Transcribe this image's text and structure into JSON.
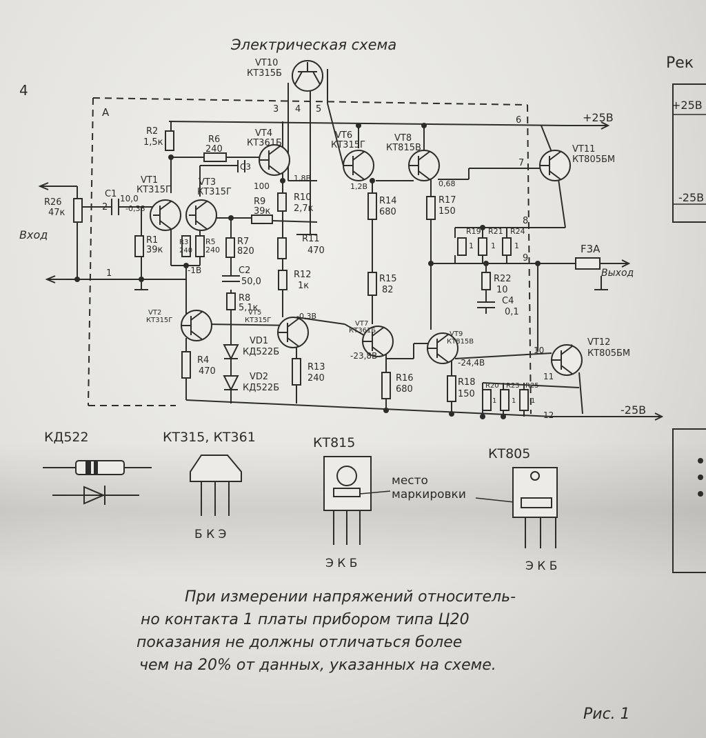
{
  "title": "Электрическая схема",
  "page_number": "4",
  "figure_label": "Рис. 1",
  "side_label": "Рек",
  "board_label": "A",
  "input_label": "Вход",
  "output_label": "Выход",
  "fuse_label": "F3A",
  "supply_pos": "+25В",
  "supply_neg": "-25В",
  "side_supply_pos": "+25В",
  "side_supply_neg": "-25В",
  "transistors": [
    {
      "ref": "VT1",
      "type": "КТ315Г"
    },
    {
      "ref": "VT2",
      "type": "КТ315Г"
    },
    {
      "ref": "VT3",
      "type": "КТ315Г"
    },
    {
      "ref": "VT4",
      "type": "КТ361Б"
    },
    {
      "ref": "VT5",
      "type": "КТ315Г"
    },
    {
      "ref": "VT6",
      "type": "КТ315Г"
    },
    {
      "ref": "VT7",
      "type": "КТ361Б"
    },
    {
      "ref": "VT8",
      "type": "КТ815В"
    },
    {
      "ref": "VT9",
      "type": "КТ815В"
    },
    {
      "ref": "VT10",
      "type": "КТ315Б"
    },
    {
      "ref": "VT11",
      "type": "КТ805БМ"
    },
    {
      "ref": "VT12",
      "type": "КТ805БМ"
    }
  ],
  "resistors": [
    {
      "ref": "R1",
      "value": "39к"
    },
    {
      "ref": "R2",
      "value": "1,5к"
    },
    {
      "ref": "R3",
      "value": "240"
    },
    {
      "ref": "R4",
      "value": "470"
    },
    {
      "ref": "R5",
      "value": "240"
    },
    {
      "ref": "R6",
      "value": "240"
    },
    {
      "ref": "R7",
      "value": "820"
    },
    {
      "ref": "R8",
      "value": "5,1к"
    },
    {
      "ref": "R9",
      "value": "39к"
    },
    {
      "ref": "R10",
      "value": "2,7к"
    },
    {
      "ref": "R11",
      "value": "470"
    },
    {
      "ref": "R12",
      "value": "1к"
    },
    {
      "ref": "R13",
      "value": "240"
    },
    {
      "ref": "R14",
      "value": "680"
    },
    {
      "ref": "R15",
      "value": "82"
    },
    {
      "ref": "R16",
      "value": "680"
    },
    {
      "ref": "R17",
      "value": "150"
    },
    {
      "ref": "R18",
      "value": "150"
    },
    {
      "ref": "R19",
      "value": "1"
    },
    {
      "ref": "R20",
      "value": "1"
    },
    {
      "ref": "R21",
      "value": "1"
    },
    {
      "ref": "R22",
      "value": "10"
    },
    {
      "ref": "R23",
      "value": "1"
    },
    {
      "ref": "R24",
      "value": "1"
    },
    {
      "ref": "R25",
      "value": "1"
    },
    {
      "ref": "R26",
      "value": "47к"
    }
  ],
  "capacitors": [
    {
      "ref": "C1",
      "value": "10,0"
    },
    {
      "ref": "C2",
      "value": "50,0"
    },
    {
      "ref": "C3",
      "value": "100"
    },
    {
      "ref": "C4",
      "value": "0,1"
    }
  ],
  "diodes": [
    {
      "ref": "VD1",
      "type": "КД522Б"
    },
    {
      "ref": "VD2",
      "type": "КД522Б"
    }
  ],
  "voltages": [
    "-0,38",
    "-1В",
    "1,8В",
    "1,2В",
    "0,68",
    "-0,3В",
    "-23,8В",
    "-24,4В"
  ],
  "nodes": [
    "1",
    "2",
    "3",
    "4",
    "5",
    "6",
    "7",
    "8",
    "9",
    "10",
    "11",
    "12"
  ],
  "packages": [
    {
      "name": "КД522",
      "pins": ""
    },
    {
      "name": "КТ315, КТ361",
      "pins": "Б К Э"
    },
    {
      "name": "КТ815",
      "pins": "Э К Б"
    },
    {
      "name": "КТ805",
      "pins": "Э К Б"
    }
  ],
  "marking_label_line1": "место",
  "marking_label_line2": "маркировки",
  "note_lines": [
    "При измерении напряжений относитель-",
    "но контакта 1 платы прибором типа Ц20",
    "показания не должны отличаться более",
    "чем на 20% от данных, указанных на схеме."
  ]
}
